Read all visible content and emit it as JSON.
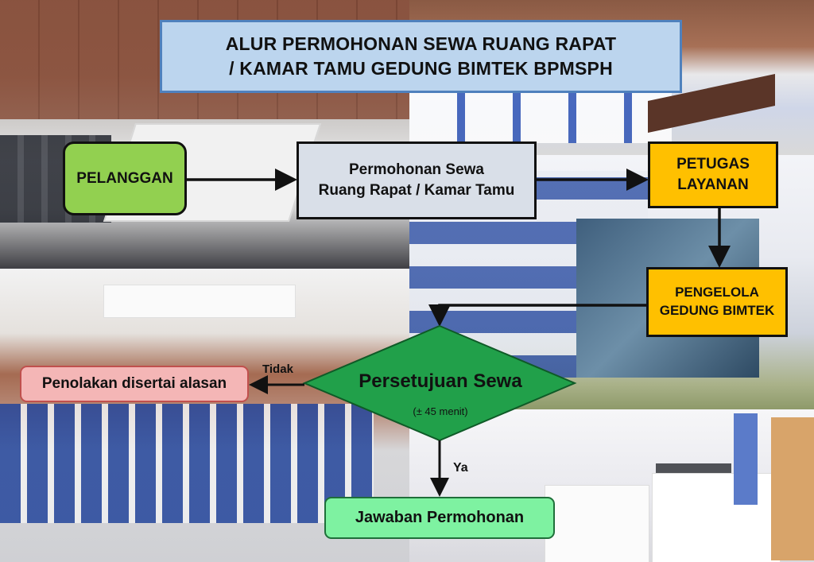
{
  "title": {
    "line1": "ALUR PERMOHONAN SEWA RUANG RAPAT",
    "line2": "/ KAMAR TAMU GEDUNG BIMTEK BPMSPH"
  },
  "nodes": {
    "pelanggan": "PELANGGAN",
    "permohonan_line1": "Permohonan Sewa",
    "permohonan_line2": "Ruang Rapat / Kamar Tamu",
    "petugas_line1": "PETUGAS",
    "petugas_line2": "LAYANAN",
    "pengelola_line1": "PENGELOLA",
    "pengelola_line2": "GEDUNG BIMTEK",
    "decision": "Persetujuan Sewa",
    "decision_note": "(± 45  menit)",
    "penolakan": "Penolakan disertai alasan",
    "jawaban": "Jawaban Permohonan"
  },
  "edges": {
    "no_label": "Tidak",
    "yes_label": "Ya"
  },
  "colors": {
    "pelanggan": "#92d050",
    "permohonan": "#d9dfe8",
    "petugas": "#ffc000",
    "pengelola": "#ffc000",
    "decision": "#21a04a",
    "penolakan": "#f4b6b6",
    "jawaban": "#7ef2a1",
    "title_bg": "#bcd5ee",
    "title_border": "#4f81bd"
  }
}
